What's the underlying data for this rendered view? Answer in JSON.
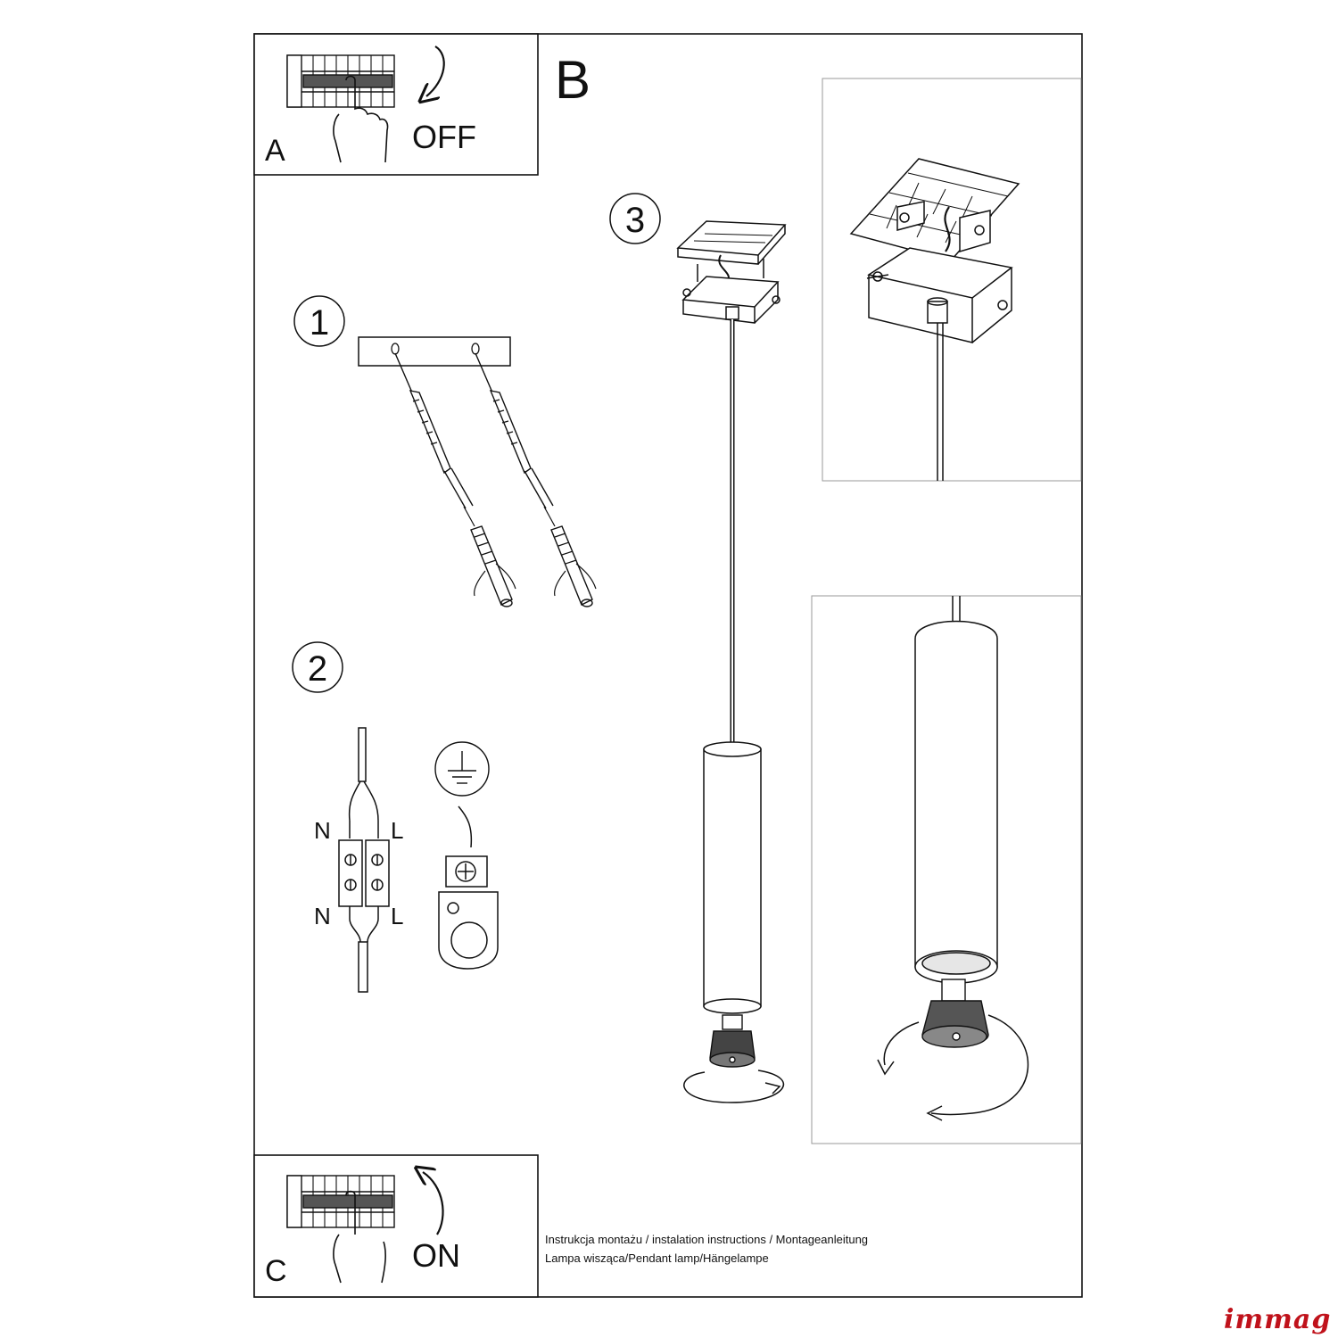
{
  "panels": {
    "a": {
      "letter": "A",
      "action": "OFF"
    },
    "b": {
      "letter": "B"
    },
    "c": {
      "letter": "C",
      "action": "ON"
    }
  },
  "steps": {
    "step1": "1",
    "step2": "2",
    "step3": "3"
  },
  "wiring": {
    "neutral_top": "N",
    "live_top": "L",
    "neutral_bottom": "N",
    "live_bottom": "L"
  },
  "footer": {
    "line1": "Instrukcja montażu / instalation instructions / Montageanleitung",
    "line2": "Lampa wisząca/Pendant lamp/Hängelampe"
  },
  "brand": {
    "logo_text": "immag",
    "color": "#c0121b"
  },
  "icons": [
    "circuit-breaker-icon",
    "hand-icon",
    "arrow-down-icon",
    "arrow-up-icon",
    "ground-symbol-icon",
    "rotate-arrow-icon"
  ]
}
